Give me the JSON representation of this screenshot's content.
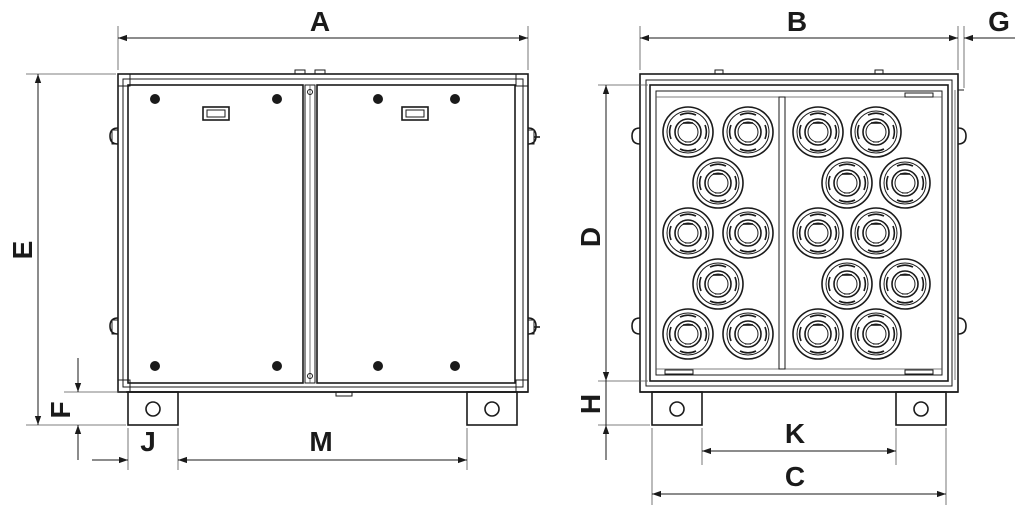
{
  "dimensions": {
    "A": "A",
    "B": "B",
    "C": "C",
    "D": "D",
    "E": "E",
    "F": "F",
    "G": "G",
    "H": "H",
    "J": "J",
    "K": "K",
    "M": "M"
  }
}
